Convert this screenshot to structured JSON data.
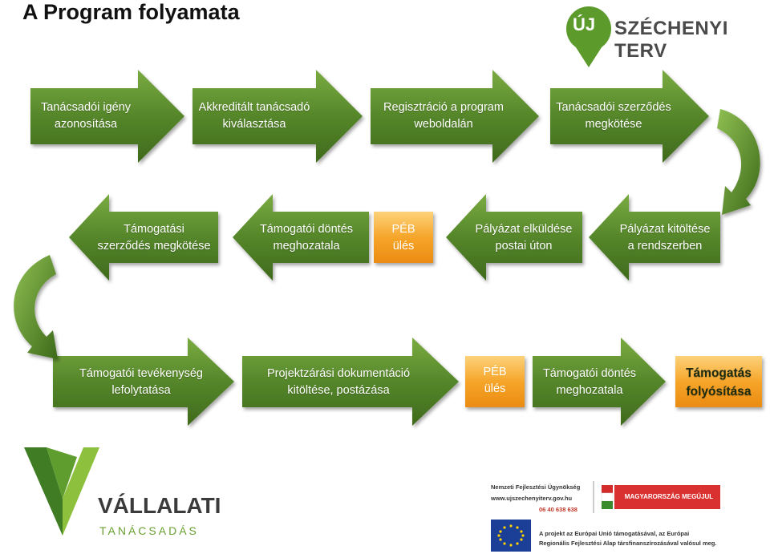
{
  "title": "A Program folyamata",
  "brand": {
    "uj": "ÚJ",
    "name": "SZÉCHENYI TERV"
  },
  "rows": [
    [
      {
        "l1": "Tanácsadói igény",
        "l2": "azonosítása"
      },
      {
        "l1": "Akkreditált tanácsadó",
        "l2": "kiválasztása"
      },
      {
        "l1": "Regisztráció a program",
        "l2": "weboldalán"
      },
      {
        "l1": "Tanácsadói szerződés",
        "l2": "megkötése"
      }
    ],
    [
      {
        "l1": "Támogatási",
        "l2": "szerződés megkötése"
      },
      {
        "l1": "Támogatói döntés",
        "l2": "meghozatala"
      },
      {
        "l1": "PÉB",
        "l2": "ülés"
      },
      {
        "l1": "Pályázat elküldése",
        "l2": "postai úton"
      },
      {
        "l1": "Pályázat kitöltése",
        "l2": "a rendszerben"
      }
    ],
    [
      {
        "l1": "Támogatói tevékenység",
        "l2": "lefolytatása"
      },
      {
        "l1": "Projektzárási dokumentáció",
        "l2": "kitöltése, postázása"
      },
      {
        "l1": "PÉB",
        "l2": "ülés"
      },
      {
        "l1": "Támogatói döntés",
        "l2": "meghozatala"
      },
      {
        "l1": "Támogatás",
        "l2": "folyósítása"
      }
    ]
  ],
  "footer": {
    "logo_main": "VÁLLALATI",
    "logo_sub": "TANÁCSADÁS",
    "agency": "Nemzeti Fejlesztési Ügynökség",
    "web": "www.ujszechenyiterv.gov.hu",
    "phone": "06 40 638 638",
    "flag_text": "MAGYARORSZÁG MEGÚJUL",
    "eu_l1": "A projekt az Európai Unió támogatásával, az Európai",
    "eu_l2": "Regionális Fejlesztési Alap társfinanszírozásával valósul meg."
  },
  "colors": {
    "green": "#4f7d24",
    "green_light": "#78a83e",
    "orange": "#f5a023",
    "orange_light": "#fcc95a"
  }
}
